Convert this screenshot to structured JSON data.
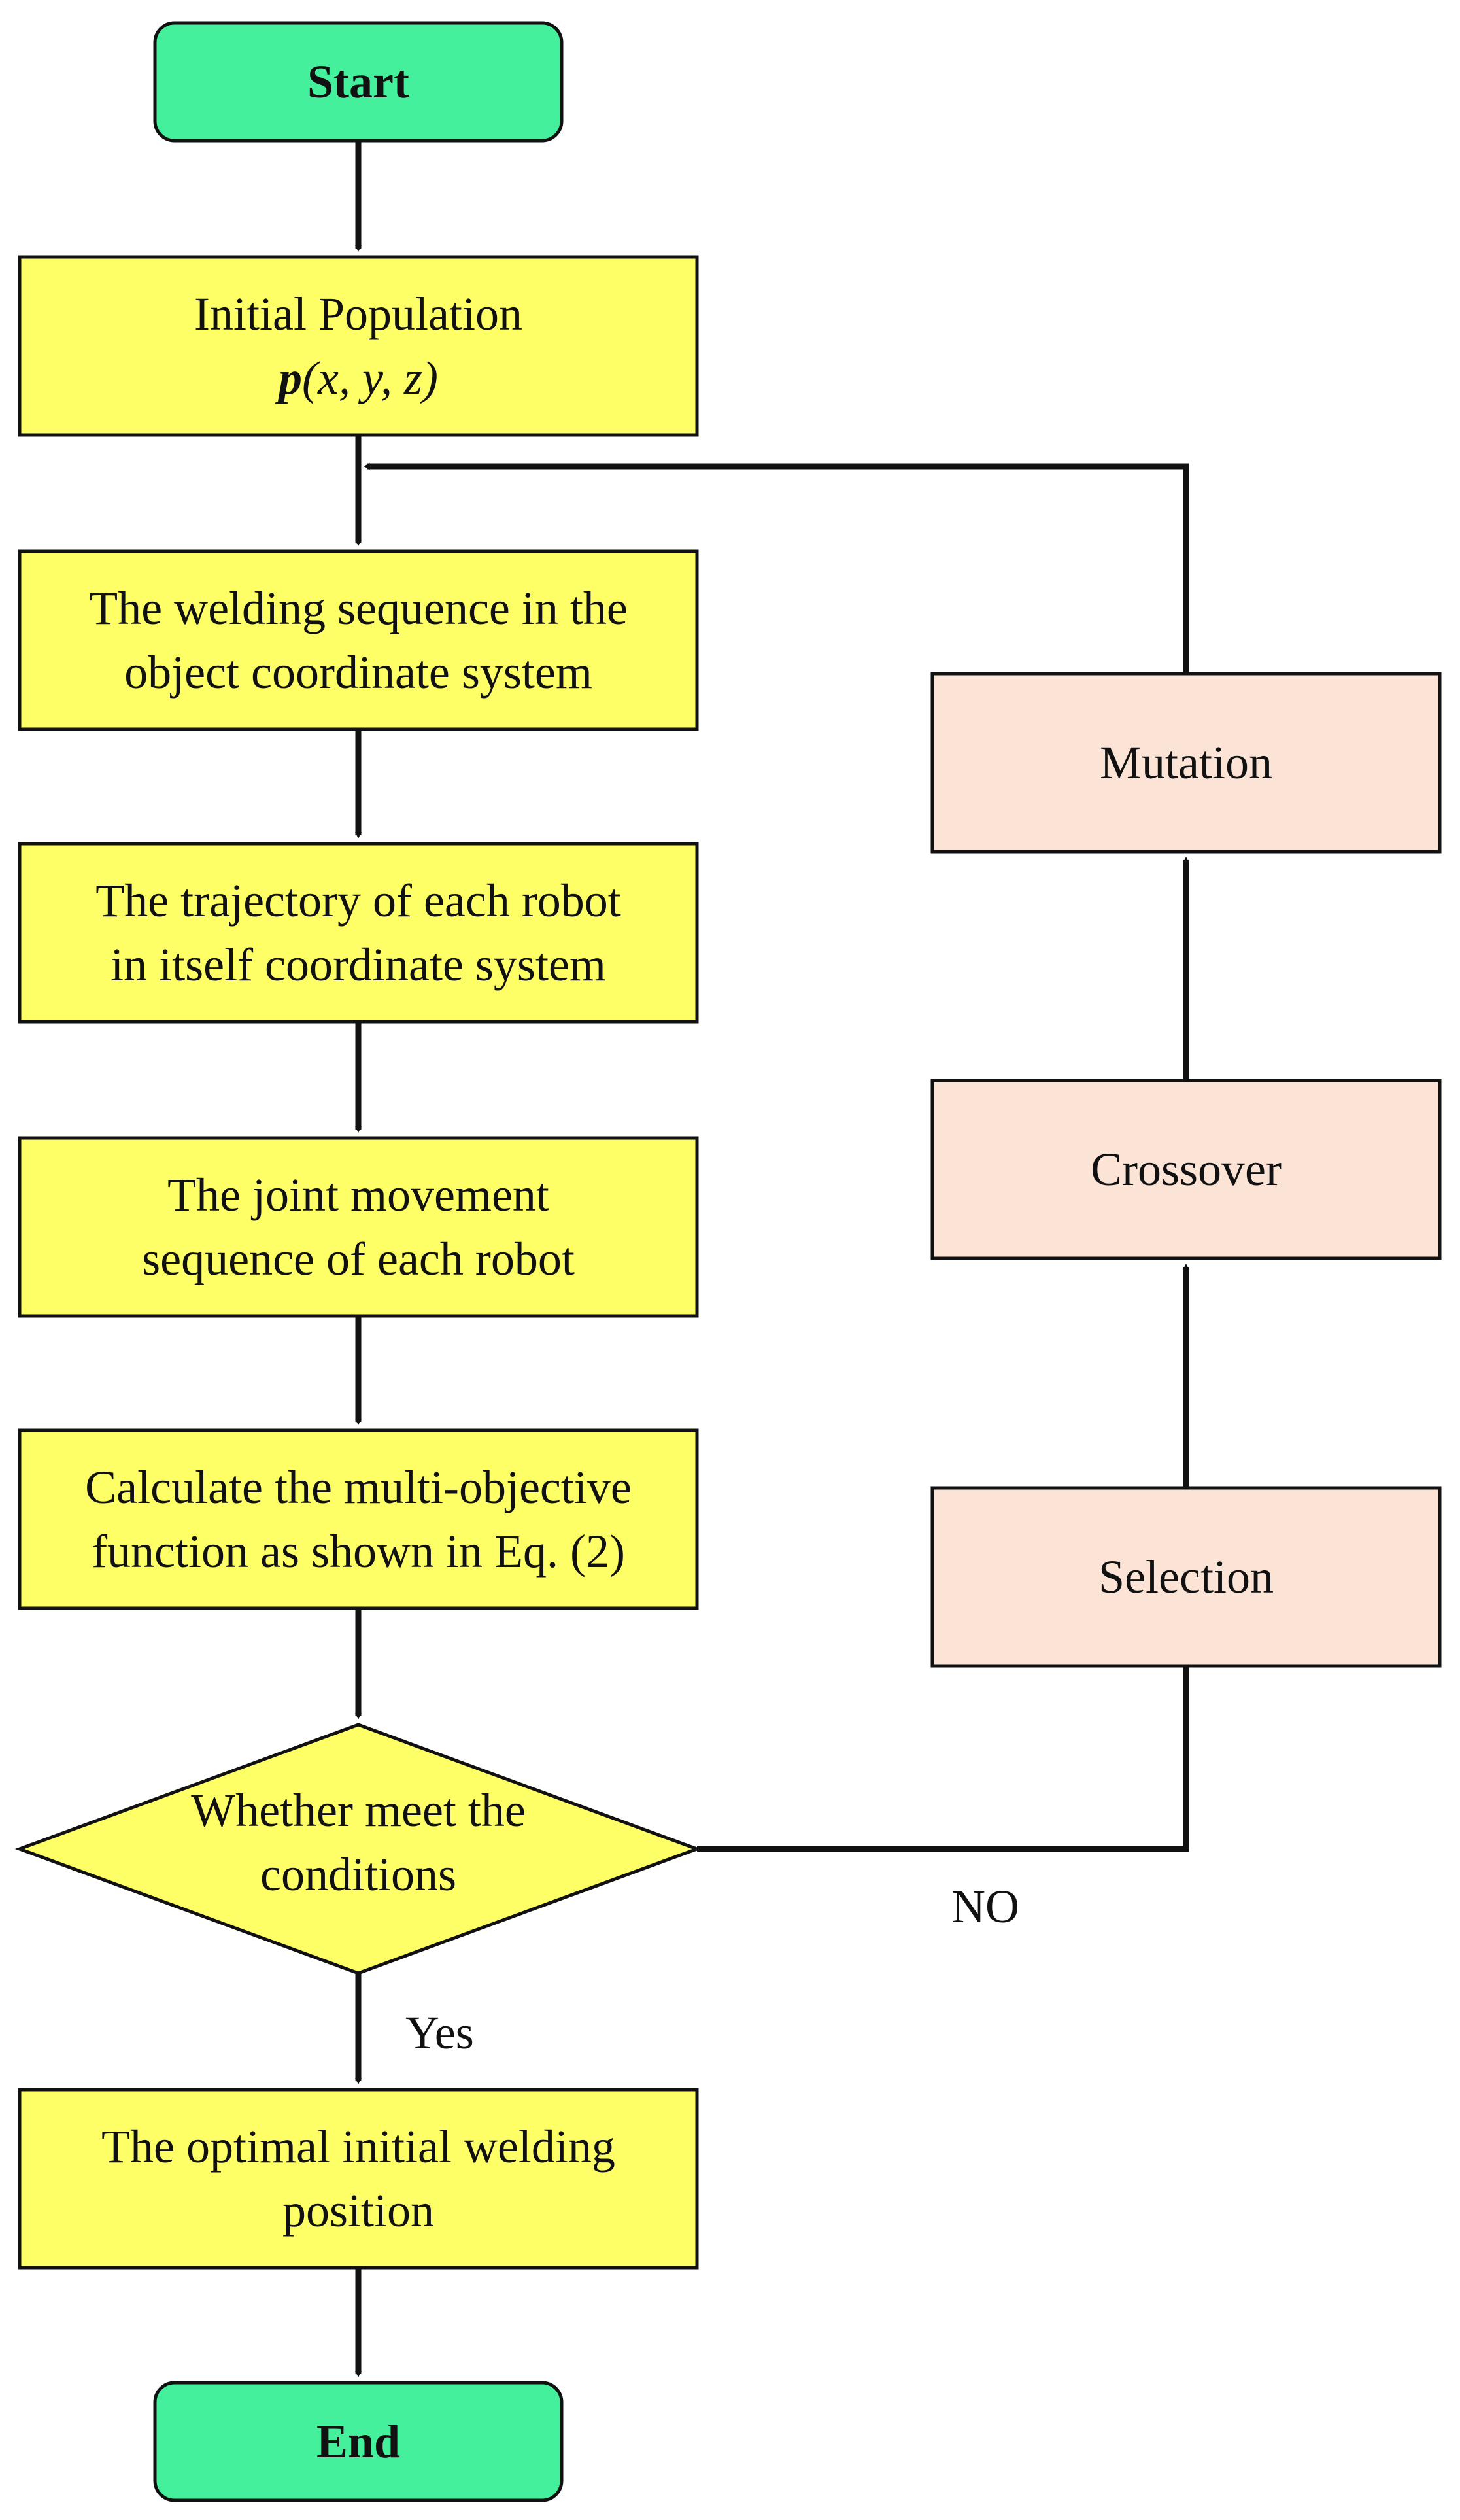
{
  "diagram": {
    "type": "flowchart",
    "nodes": {
      "start": {
        "label": "Start"
      },
      "initial_population": {
        "line1": "Initial Population",
        "formula": {
          "p": "p",
          "args": "(x, y, z)"
        }
      },
      "welding_sequence": {
        "line1": "The welding sequence in the",
        "line2": "object coordinate system"
      },
      "robot_trajectory": {
        "line1": "The trajectory of each robot",
        "line2": "in itself coordinate system"
      },
      "joint_movement": {
        "line1": "The joint movement",
        "line2": "sequence of each robot"
      },
      "calculate_objective": {
        "line1": "Calculate the multi-objective",
        "line2": "function as shown in Eq. (2)"
      },
      "condition_check": {
        "line1": "Whether meet the",
        "line2": "conditions"
      },
      "optimal_position": {
        "line1": "The optimal initial welding",
        "line2": "position"
      },
      "end": {
        "label": "End"
      },
      "selection": {
        "label": "Selection"
      },
      "crossover": {
        "label": "Crossover"
      },
      "mutation": {
        "label": "Mutation"
      }
    },
    "edge_labels": {
      "yes": "Yes",
      "no": "NO"
    },
    "colors": {
      "terminal_fill": "#44F09C",
      "process_fill": "#FEFE66",
      "decision_fill": "#FEFE66",
      "ga_fill": "#FBE3D6",
      "stroke": "#111111"
    }
  }
}
